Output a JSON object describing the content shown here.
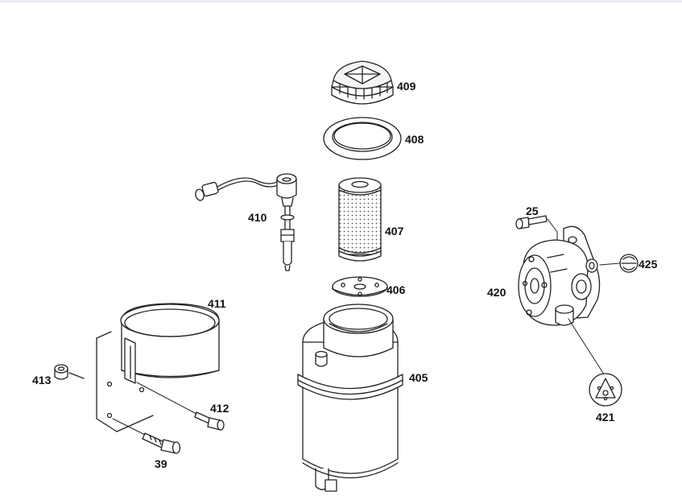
{
  "callouts": {
    "c409": "409",
    "c408": "408",
    "c410": "410",
    "c407": "407",
    "c406": "406",
    "c411": "411",
    "c405": "405",
    "c413": "413",
    "c412": "412",
    "c39": "39",
    "c25": "25",
    "c425": "425",
    "c420": "420",
    "c421": "421"
  }
}
